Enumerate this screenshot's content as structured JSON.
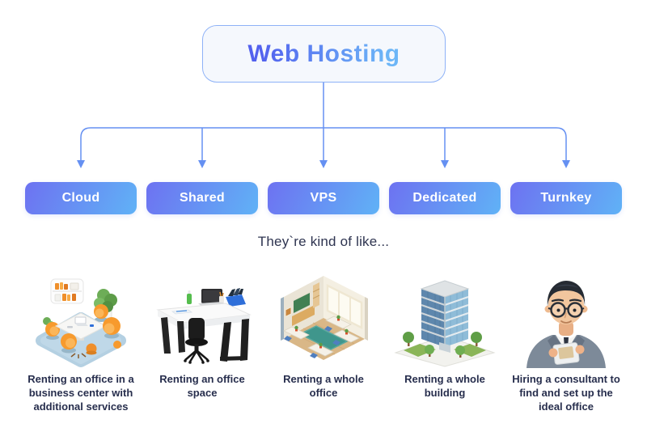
{
  "header": {
    "title": "Web Hosting"
  },
  "subtitle": "They`re kind of like...",
  "branches": [
    {
      "label": "Cloud",
      "caption": "Renting an office in a business center with additional services",
      "illustration": "meeting-room-3d-illustration"
    },
    {
      "label": "Shared",
      "caption": "Renting an office space",
      "illustration": "office-desk-3d-illustration"
    },
    {
      "label": "VPS",
      "caption": "Renting a whole office",
      "illustration": "office-room-3d-illustration"
    },
    {
      "label": "Dedicated",
      "caption": "Renting a whole building",
      "illustration": "office-building-3d-illustration"
    },
    {
      "label": "Turnkey",
      "caption": "Hiring a consultant to find and set up the ideal office",
      "illustration": "consultant-3d-illustration"
    }
  ],
  "colors": {
    "background": "#ffffff",
    "connector": "#6590f2",
    "node_gradient_start": "#6d72f1",
    "node_gradient_end": "#60b2f6",
    "node_text": "#ffffff",
    "title_box_background": "#f5f8fd",
    "title_box_border": "#8eb2f7",
    "title_gradient_start": "#5261ee",
    "title_gradient_end": "#6db6f7",
    "body_text": "#272e4d"
  }
}
